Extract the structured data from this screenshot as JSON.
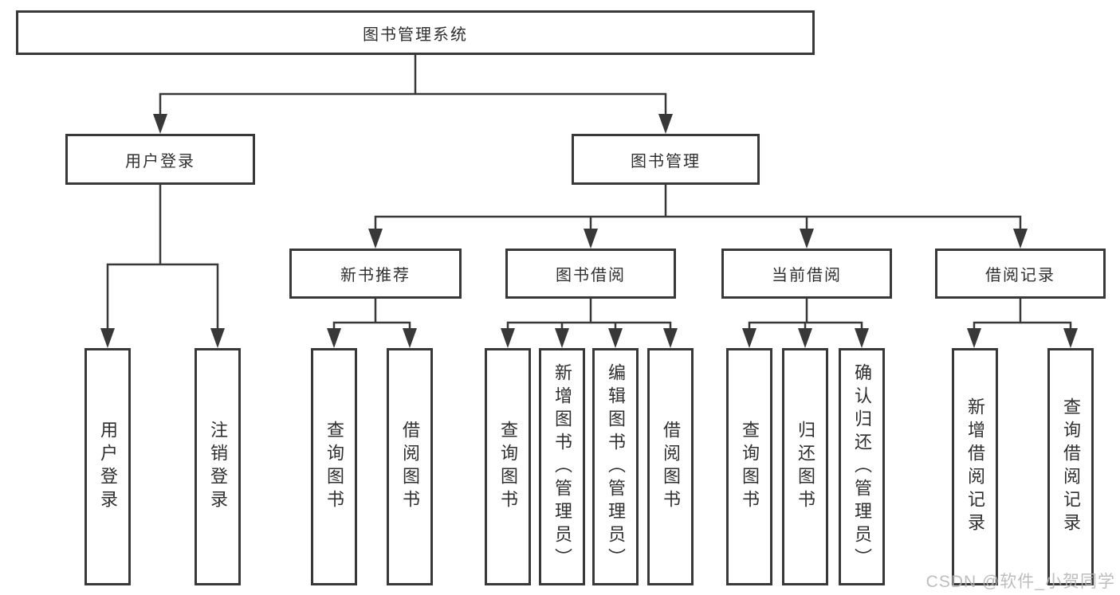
{
  "colors": {
    "line": "#383838",
    "box_border": "#383838",
    "text": "#2f2f2f",
    "watermark": "#b4b4b4",
    "background": "#ffffff"
  },
  "watermark": {
    "text": "CSDN @软件_小贺同学"
  },
  "tree": {
    "root": {
      "label": "图书管理系统",
      "children": [
        {
          "label": "用户登录",
          "children": [
            {
              "label": "用户登录"
            },
            {
              "label": "注销登录"
            }
          ]
        },
        {
          "label": "图书管理",
          "children": [
            {
              "label": "新书推荐",
              "children": [
                {
                  "label": "查询图书"
                },
                {
                  "label": "借阅图书"
                }
              ]
            },
            {
              "label": "图书借阅",
              "children": [
                {
                  "label": "查询图书"
                },
                {
                  "label": "新增图书（管理员）"
                },
                {
                  "label": "编辑图书（管理员）"
                },
                {
                  "label": "借阅图书"
                }
              ]
            },
            {
              "label": "当前借阅",
              "children": [
                {
                  "label": "查询图书"
                },
                {
                  "label": "归还图书"
                },
                {
                  "label": "确认归还（管理员）"
                }
              ]
            },
            {
              "label": "借阅记录",
              "children": [
                {
                  "label": "新增借阅记录"
                },
                {
                  "label": "查询借阅记录"
                }
              ]
            }
          ]
        }
      ]
    }
  }
}
